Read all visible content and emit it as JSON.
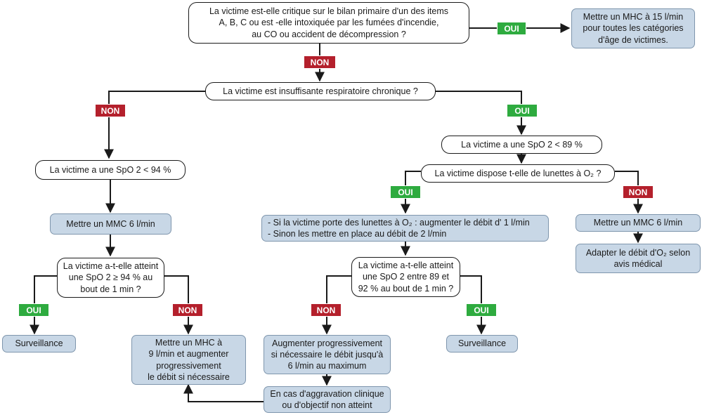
{
  "colors": {
    "question_border": "#1a1a1a",
    "action_fill": "#c8d7e6",
    "action_border": "#7f96ad",
    "oui": "#2eab3f",
    "non": "#b4202c"
  },
  "labels": {
    "oui": "OUI",
    "non": "NON"
  },
  "nodes": {
    "q_critical": "La victime est-elle critique sur le bilan primaire d'un des items\nA, B, C ou est -elle intoxiquée par les fumées d'incendie,\nau CO ou accident de décompression ?",
    "a_mhc15": "Mettre un MHC à 15 l/min\npour toutes les catégories\nd'âge de victimes.",
    "q_chronic": "La victime est insuffisante respiratoire chronique ?",
    "q_spo2_94": "La victime a une SpO 2 < 94 %",
    "a_mmc6_left": "Mettre un MMC 6 l/min",
    "q_reached_94": "La victime a-t-elle atteint\nune SpO 2 ≥ 94 % au\nbout de 1 min ?",
    "a_surveillance_left": "Surveillance",
    "a_mhc9": "Mettre un MHC à\n9 l/min et augmenter\nprogressivement\nle débit si nécessaire",
    "q_spo2_89": "La victime a une SpO 2 < 89 %",
    "q_glasses": "La victime dispose t-elle de lunettes à O₂ ?",
    "a_glasses_action": "- Si la victime porte des lunettes à O₂ : augmenter le débit d' 1 l/min\n- Sinon les mettre en place au débit de 2 l/min",
    "a_mmc6_right": "Mettre un MMC 6 l/min",
    "a_medical": "Adapter le débit d'O₂ selon\navis médical",
    "q_reached_89_92": "La victime a-t-elle atteint\nune SpO 2 entre 89 et\n92 % au bout de 1 min ?",
    "a_increase_6": "Augmenter progressivement\nsi nécessaire le débit jusqu'à\n6 l/min au maximum",
    "a_surveillance_right": "Surveillance",
    "a_aggravation": "En cas d'aggravation clinique\nou d'objectif non atteint"
  }
}
